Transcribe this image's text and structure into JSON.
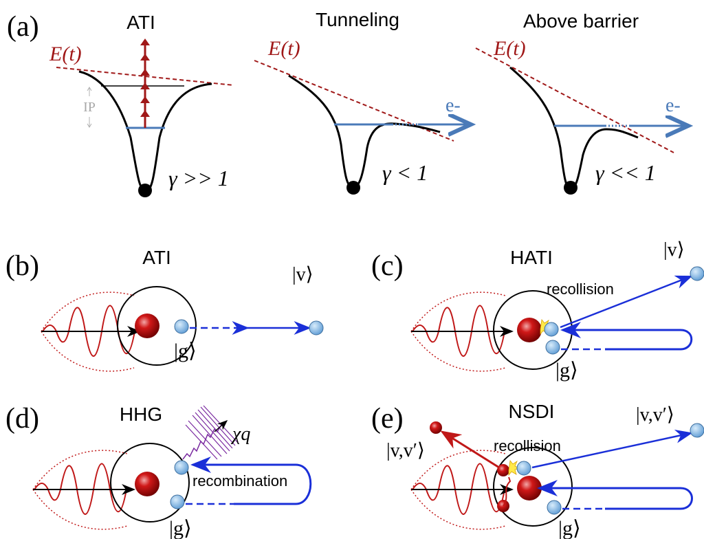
{
  "panels": {
    "a": {
      "letter": "(a)",
      "regimes": [
        {
          "title": "ATI",
          "field": "E(t)",
          "gamma": "γ >> 1",
          "ip": "IP"
        },
        {
          "title": "Tunneling",
          "field": "E(t)",
          "gamma": "γ < 1",
          "electron": "e-"
        },
        {
          "title": "Above barrier",
          "field": "E(t)",
          "gamma": "γ << 1",
          "electron": "e-"
        }
      ]
    },
    "b": {
      "letter": "(b)",
      "title": "ATI",
      "ket_g": "|g⟩",
      "ket_v": "|v⟩"
    },
    "c": {
      "letter": "(c)",
      "title": "HATI",
      "recollision": "recollision",
      "ket_g": "|g⟩",
      "ket_v": "|v⟩"
    },
    "d": {
      "letter": "(d)",
      "title": "HHG",
      "recombination": "recombination",
      "chi": "χq",
      "ket_g": "|g⟩"
    },
    "e": {
      "letter": "(e)",
      "title": "NSDI",
      "recollision": "recollision",
      "ket_g": "|g⟩",
      "ket_vv_right": "|v,v′⟩",
      "ket_vv_left": "|v,v′⟩"
    }
  },
  "colors": {
    "field": "#a01818",
    "electron_path": "#1a2fd8",
    "level": "#4a7ab8",
    "photon": "#7a2aa0",
    "ion": "#b01010",
    "electron": "#7fb3e0"
  }
}
